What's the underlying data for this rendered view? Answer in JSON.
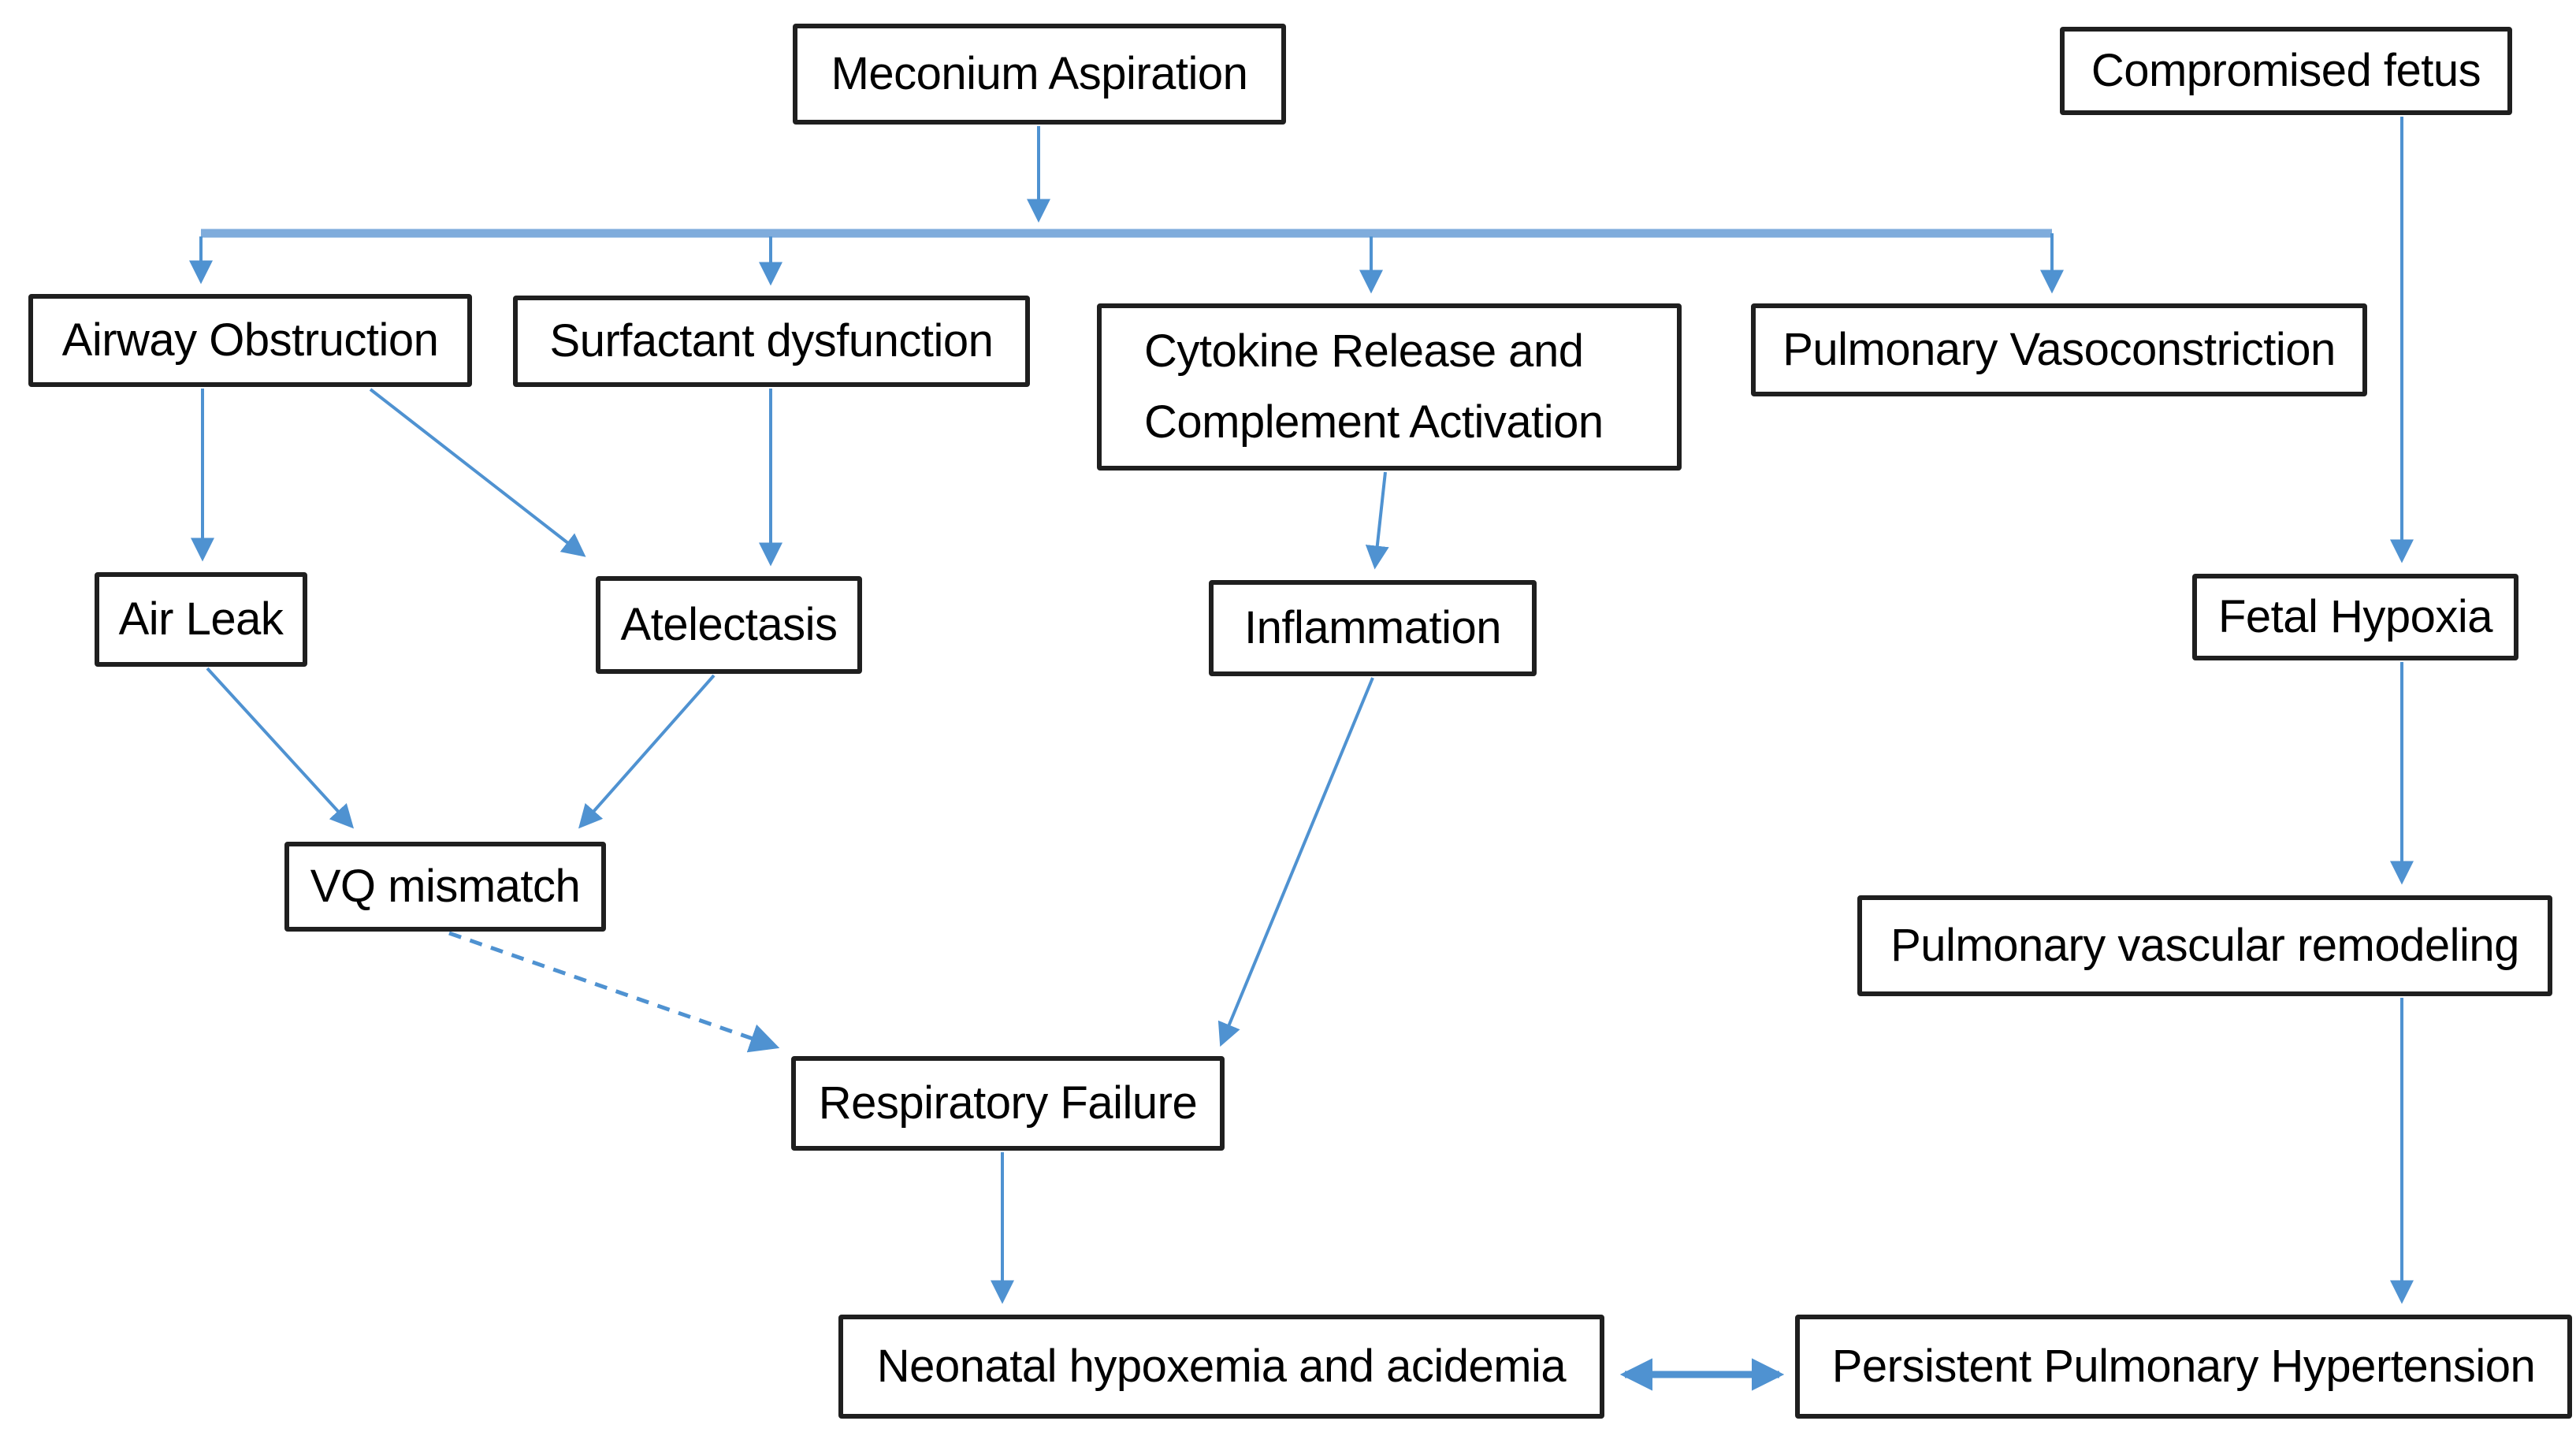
{
  "diagram": {
    "type": "flowchart",
    "topic": "Meconium aspiration pathophysiology",
    "background": "#ffffff"
  },
  "colors": {
    "arrow_blue": "#4F92D1",
    "trunk_blue": "#7FACDC",
    "box_border": "#1f1f1f",
    "box_fill": "#ffffff",
    "text": "#000000"
  },
  "nodes": {
    "meconium_aspiration": {
      "label": "Meconium Aspiration"
    },
    "compromised_fetus": {
      "label": "Compromised fetus"
    },
    "airway_obstruction": {
      "label": "Airway Obstruction"
    },
    "surfactant_dysfunction": {
      "label": "Surfactant dysfunction"
    },
    "cytokine_release": {
      "label": "Cytokine Release and\nComplement Activation"
    },
    "pulmonary_vasoconstriction": {
      "label": "Pulmonary Vasoconstriction"
    },
    "air_leak": {
      "label": "Air Leak"
    },
    "atelectasis": {
      "label": "Atelectasis"
    },
    "inflammation": {
      "label": "Inflammation"
    },
    "fetal_hypoxia": {
      "label": "Fetal Hypoxia"
    },
    "vq_mismatch": {
      "label": "VQ mismatch"
    },
    "pulmonary_vascular_remodeling": {
      "label": "Pulmonary vascular remodeling"
    },
    "respiratory_failure": {
      "label": "Respiratory Failure"
    },
    "neonatal_hypoxemia": {
      "label": "Neonatal hypoxemia and acidemia"
    },
    "persistent_pulmonary_hypertension": {
      "label": "Persistent Pulmonary Hypertension"
    }
  },
  "edges": [
    {
      "from": "meconium_aspiration",
      "to": "airway_obstruction",
      "style": "solid"
    },
    {
      "from": "meconium_aspiration",
      "to": "surfactant_dysfunction",
      "style": "solid"
    },
    {
      "from": "meconium_aspiration",
      "to": "cytokine_release",
      "style": "solid"
    },
    {
      "from": "meconium_aspiration",
      "to": "pulmonary_vasoconstriction",
      "style": "solid"
    },
    {
      "from": "compromised_fetus",
      "to": "fetal_hypoxia",
      "style": "solid"
    },
    {
      "from": "airway_obstruction",
      "to": "air_leak",
      "style": "solid"
    },
    {
      "from": "airway_obstruction",
      "to": "atelectasis",
      "style": "solid"
    },
    {
      "from": "surfactant_dysfunction",
      "to": "atelectasis",
      "style": "solid"
    },
    {
      "from": "cytokine_release",
      "to": "inflammation",
      "style": "solid"
    },
    {
      "from": "air_leak",
      "to": "vq_mismatch",
      "style": "solid"
    },
    {
      "from": "atelectasis",
      "to": "vq_mismatch",
      "style": "solid"
    },
    {
      "from": "vq_mismatch",
      "to": "respiratory_failure",
      "style": "dashed"
    },
    {
      "from": "inflammation",
      "to": "respiratory_failure",
      "style": "solid"
    },
    {
      "from": "respiratory_failure",
      "to": "neonatal_hypoxemia",
      "style": "solid"
    },
    {
      "from": "fetal_hypoxia",
      "to": "pulmonary_vascular_remodeling",
      "style": "solid"
    },
    {
      "from": "pulmonary_vascular_remodeling",
      "to": "persistent_pulmonary_hypertension",
      "style": "solid"
    },
    {
      "from": "persistent_pulmonary_hypertension",
      "to": "neonatal_hypoxemia",
      "style": "double-headed"
    }
  ]
}
